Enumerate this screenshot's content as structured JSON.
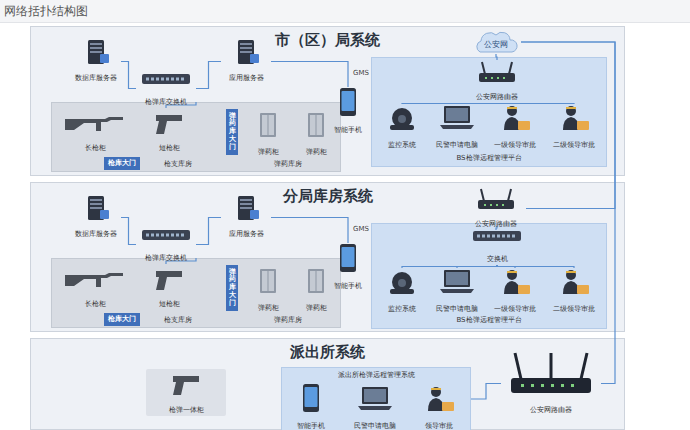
{
  "diagram": {
    "title": "网络括扑结构图",
    "nodes": [
      {
        "text": [
          "市（区）局系统"
        ]
      },
      {
        "text": [
          "数据库服务器"
        ],
        "in": 0
      },
      {
        "text": [
          "枪弹库交换机"
        ],
        "in": 0
      },
      {
        "text": [
          "应用服务器"
        ],
        "in": 0
      },
      {
        "text": [
          "枪支库房",
          "弹药库房"
        ],
        "in": 0
      },
      {
        "text": [
          "长枪柜"
        ],
        "in": 4
      },
      {
        "text": [
          "短枪柜"
        ],
        "in": 4
      },
      {
        "text": [
          "枪库大门"
        ],
        "in": 4
      },
      {
        "text": [
          "弹药库大门"
        ],
        "in": 4
      },
      {
        "text": [
          "弹药柜"
        ],
        "in": 4
      },
      {
        "text": [
          "弹药柜"
        ],
        "in": 4
      },
      {
        "text": [
          "智能手机"
        ],
        "in": 0
      },
      {
        "text": [
          "公安网"
        ],
        "in": 0
      },
      {
        "text": [
          "BS枪弹远程管理平台"
        ],
        "in": 0
      },
      {
        "text": [
          "公安网路由器"
        ],
        "in": 13
      },
      {
        "text": [
          "监控系统"
        ],
        "in": 13
      },
      {
        "text": [
          "民警申请电脑"
        ],
        "in": 13
      },
      {
        "text": [
          "一级领导审批"
        ],
        "in": 13
      },
      {
        "text": [
          "二级领导审批"
        ],
        "in": 13
      },
      {
        "text": [
          "分局库房系统"
        ]
      },
      {
        "text": [
          "数据库服务器"
        ],
        "in": 19
      },
      {
        "text": [
          "枪弹库交换机"
        ],
        "in": 19
      },
      {
        "text": [
          "应用服务器"
        ],
        "in": 19
      },
      {
        "text": [
          "枪支库房",
          "弹药库房"
        ],
        "in": 19
      },
      {
        "text": [
          "长枪柜"
        ],
        "in": 23
      },
      {
        "text": [
          "短枪柜"
        ],
        "in": 23
      },
      {
        "text": [
          "枪库大门"
        ],
        "in": 23
      },
      {
        "text": [
          "弹药库大门"
        ],
        "in": 23
      },
      {
        "text": [
          "弹药柜"
        ],
        "in": 23
      },
      {
        "text": [
          "弹药柜"
        ],
        "in": 23
      },
      {
        "text": [
          "智能手机"
        ],
        "in": 19
      },
      {
        "text": [
          "公安网路由器"
        ],
        "in": 19
      },
      {
        "text": [
          "BS枪弹远程管理平台"
        ],
        "in": 19
      },
      {
        "text": [
          "交换机"
        ],
        "in": 32
      },
      {
        "text": [
          "监控系统"
        ],
        "in": 32
      },
      {
        "text": [
          "民警申请电脑"
        ],
        "in": 32
      },
      {
        "text": [
          "一级领导审批"
        ],
        "in": 32
      },
      {
        "text": [
          "二级领导审批"
        ],
        "in": 32
      },
      {
        "text": [
          "派出所系统"
        ]
      },
      {
        "text": [
          "枪弹一体柜"
        ],
        "in": 38
      },
      {
        "text": [
          "派出所枪弹远程管理系统"
        ],
        "in": 38
      },
      {
        "text": [
          "智能手机"
        ],
        "in": 40
      },
      {
        "text": [
          "民警申请电脑"
        ],
        "in": 40
      },
      {
        "text": [
          "领导审批"
        ],
        "in": 40
      },
      {
        "text": [
          "公安网路由器"
        ],
        "in": 38
      }
    ],
    "edges": [
      {
        "from": 1,
        "to": 2,
        "arrow": "none"
      },
      {
        "from": 2,
        "to": 3,
        "arrow": "none"
      },
      {
        "from": 2,
        "to": 4,
        "arrow": "none"
      },
      {
        "from": 3,
        "to": 11,
        "arrow": "none"
      },
      {
        "from": 12,
        "to": 14,
        "arrow": "none"
      },
      {
        "from": 14,
        "to": 15,
        "arrow": "none"
      },
      {
        "from": 14,
        "to": 16,
        "arrow": "none"
      },
      {
        "from": 14,
        "to": 17,
        "arrow": "none"
      },
      {
        "from": 14,
        "to": 18,
        "arrow": "none"
      },
      {
        "from": 20,
        "to": 21,
        "arrow": "none"
      },
      {
        "from": 21,
        "to": 22,
        "arrow": "none"
      },
      {
        "from": 21,
        "to": 23,
        "arrow": "none"
      },
      {
        "from": 22,
        "to": 30,
        "arrow": "none"
      },
      {
        "from": 31,
        "to": 33,
        "arrow": "none"
      },
      {
        "from": 33,
        "to": 34,
        "arrow": "none"
      },
      {
        "from": 33,
        "to": 35,
        "arrow": "none"
      },
      {
        "from": 33,
        "to": 36,
        "arrow": "none"
      },
      {
        "from": 33,
        "to": 37,
        "arrow": "none"
      },
      {
        "from": 12,
        "to": 31,
        "arrow": "none"
      },
      {
        "from": 12,
        "to": 44,
        "arrow": "none"
      },
      {
        "from": 44,
        "to": 40,
        "arrow": "none"
      }
    ],
    "labels": [
      "GMS",
      "GMS"
    ]
  }
}
